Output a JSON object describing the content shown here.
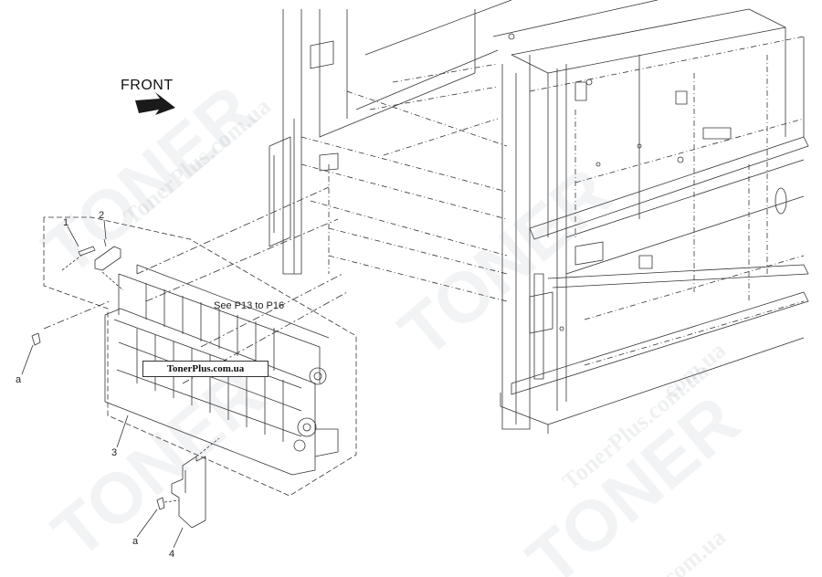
{
  "diagram": {
    "front_label": "FRONT",
    "reference_note": "See P13 to P16",
    "site_label": "TonerPlus.com.ua",
    "callouts": {
      "p1": "1",
      "p2": "2",
      "p3": "3",
      "p4": "4",
      "screw_a_left": "a",
      "screw_a_bottom": "a"
    }
  },
  "watermark": {
    "large": "TONER",
    "small": "TonerPlus.com.ua",
    "small_tail": "com.ua"
  }
}
